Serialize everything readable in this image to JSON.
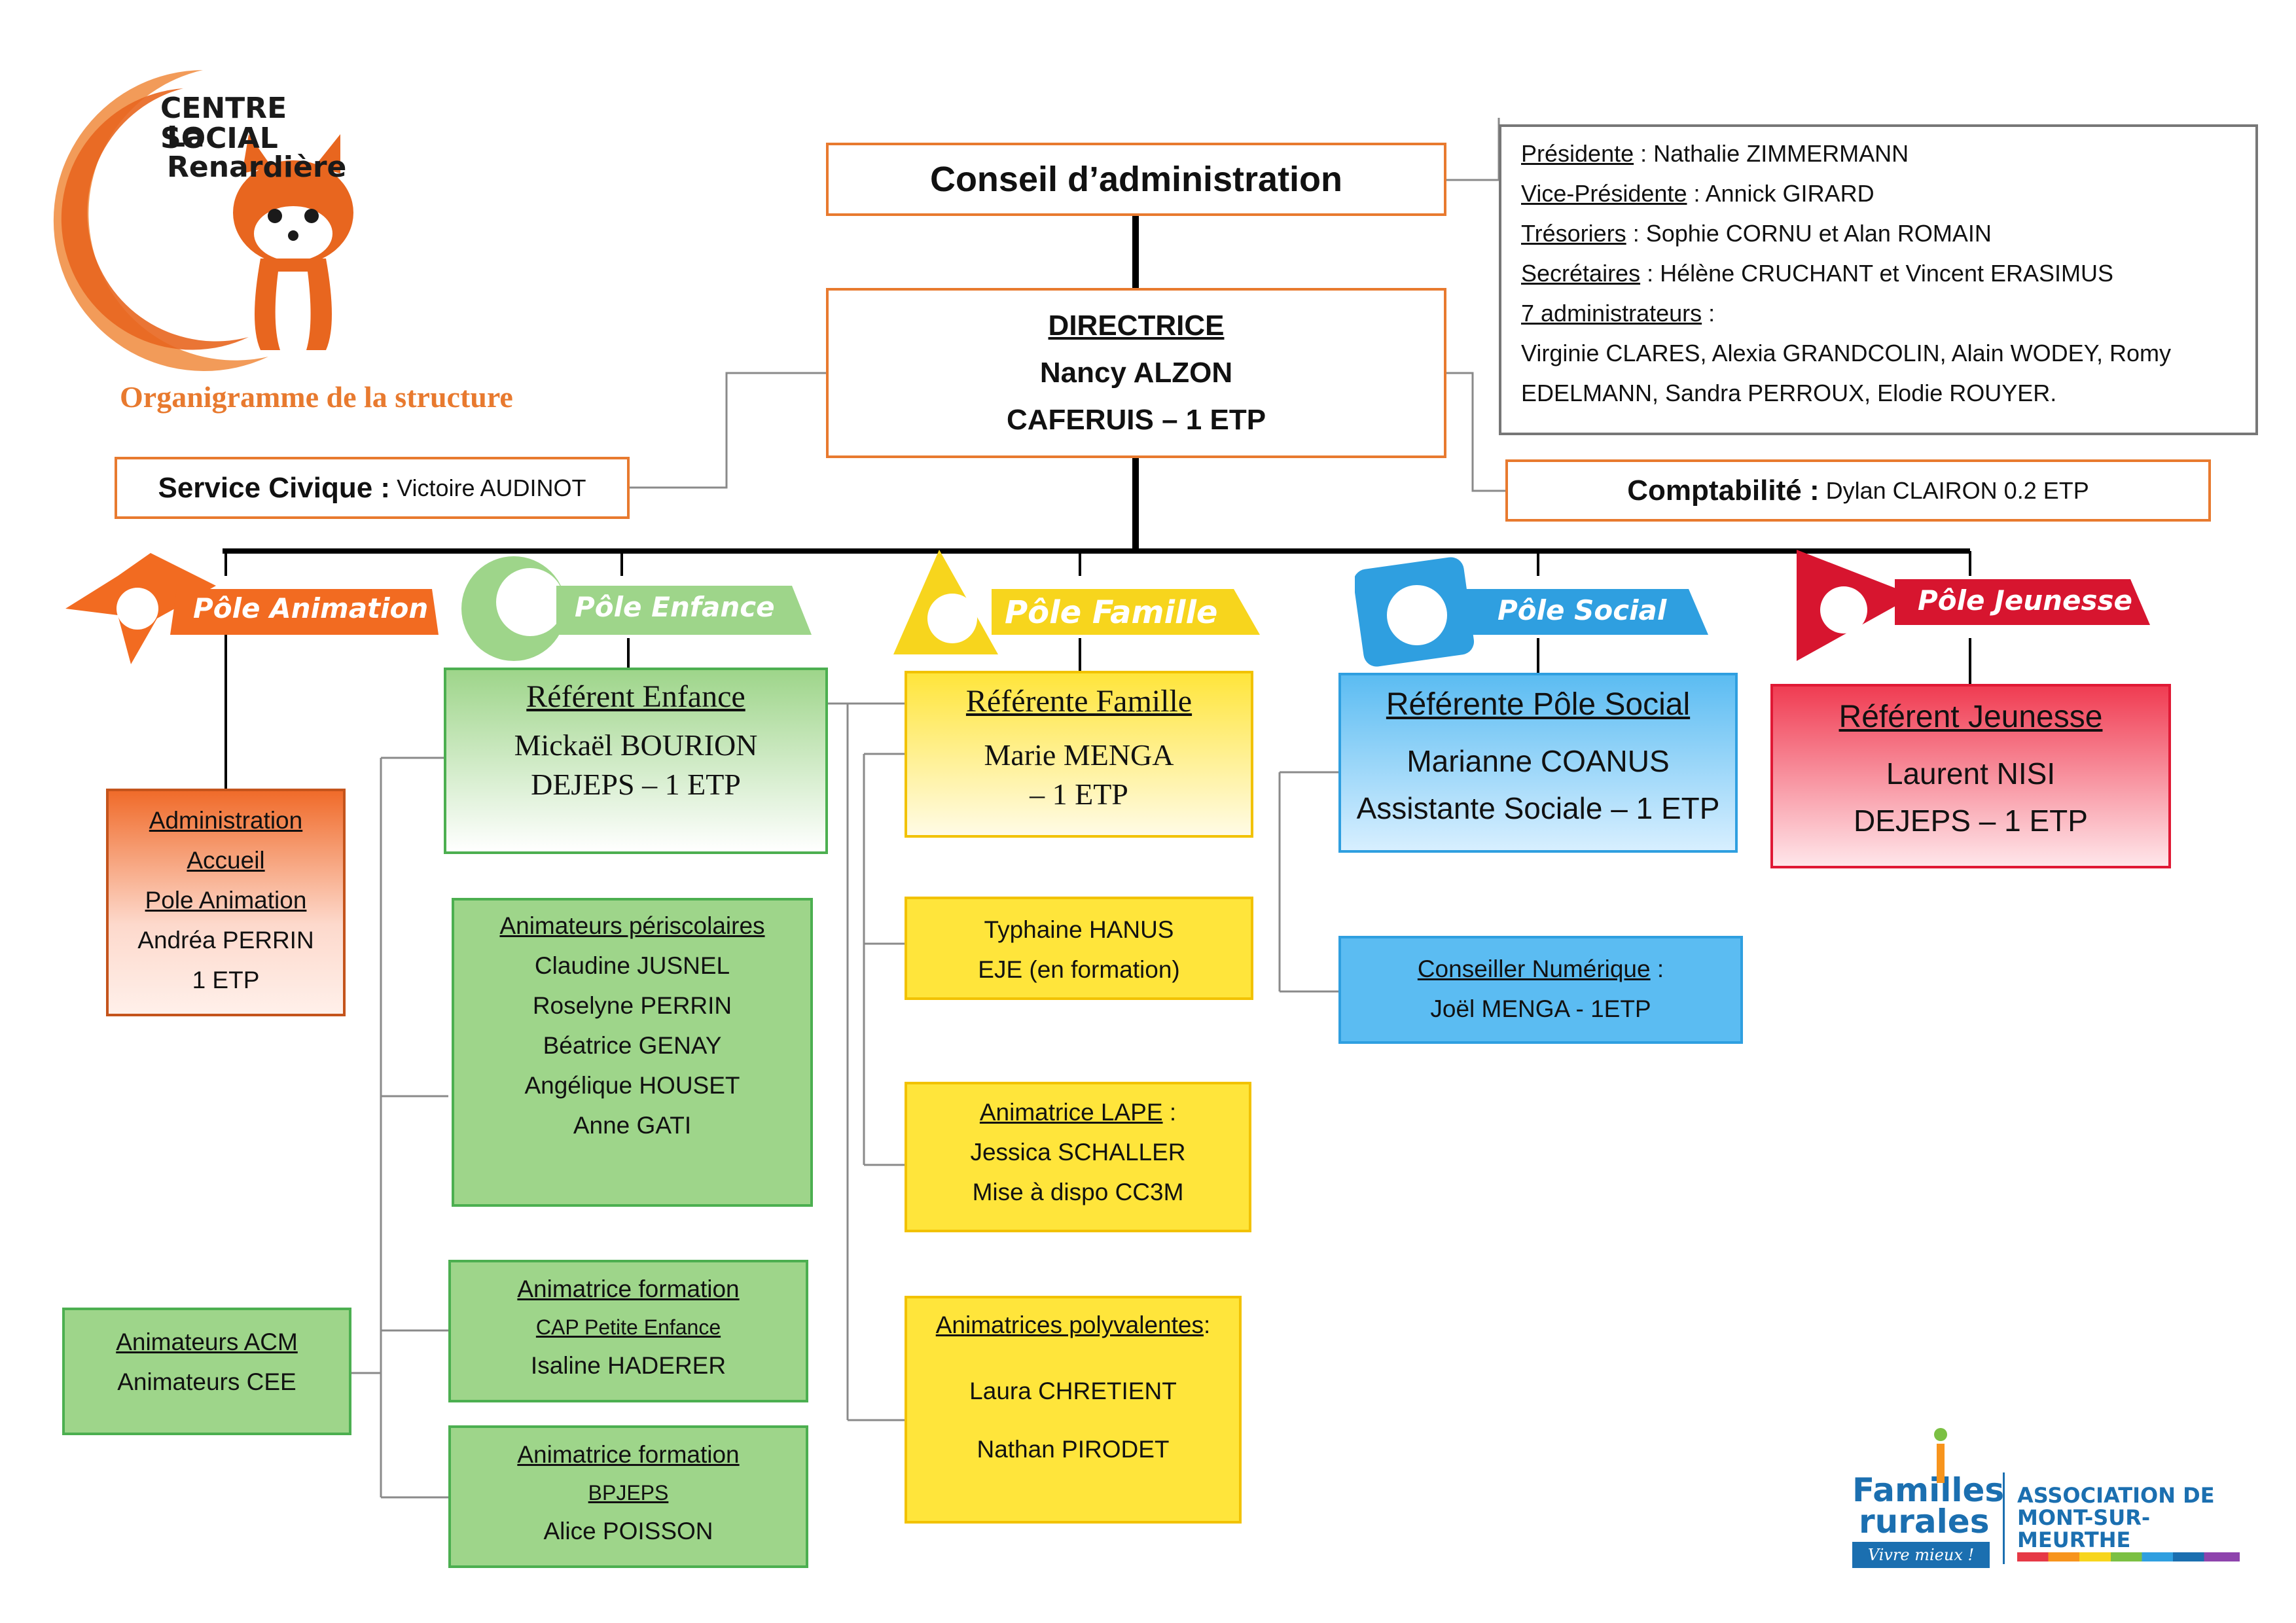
{
  "logo": {
    "line1": "CENTRE SOCIAL",
    "line2": "La Renardière",
    "subtitle": "Organigramme de la structure"
  },
  "conseil": {
    "title": "Conseil d’administration"
  },
  "bureau": {
    "rows": [
      {
        "role": "Présidente",
        "names": " : Nathalie ZIMMERMANN"
      },
      {
        "role": "Vice-Présidente",
        "names": " : Annick GIRARD"
      },
      {
        "role": "Trésoriers",
        "names": " : Sophie CORNU et Alan ROMAIN"
      },
      {
        "role": "Secrétaires",
        "names": " : Hélène CRUCHANT et Vincent ERASIMUS"
      },
      {
        "role": "7 administrateurs",
        "names": " :"
      }
    ],
    "admins_line1": "Virginie CLARES, Alexia GRANDCOLIN, Alain WODEY, Romy",
    "admins_line2": "EDELMANN, Sandra PERROUX, Elodie ROUYER."
  },
  "direction": {
    "title": "DIRECTRICE",
    "name": "Nancy ALZON",
    "detail": "CAFERUIS – 1 ETP"
  },
  "service_civique": {
    "label": "Service Civique :",
    "name": " Victoire AUDINOT"
  },
  "comptabilite": {
    "label": "Comptabilité :",
    "name": " Dylan CLAIRON 0.2 ETP"
  },
  "poles": {
    "animation": {
      "label": "Pôle Animation",
      "color": "#f26b21"
    },
    "enfance": {
      "label": "Pôle Enfance",
      "color": "#9ed58a"
    },
    "famille": {
      "label": "Pôle Famille",
      "color": "#f7d51d"
    },
    "social": {
      "label": "Pôle Social",
      "color": "#2f9fe0"
    },
    "jeunesse": {
      "label": "Pôle Jeunesse",
      "color": "#d7152f"
    }
  },
  "animation": {
    "l1": "Administration",
    "l2": "Accueil",
    "l3": "Pole Animation",
    "l4": "Andréa PERRIN",
    "l5": "1 ETP"
  },
  "enfance": {
    "ref_title": "Référent Enfance",
    "ref_name": "Mickaël BOURION",
    "ref_detail": "DEJEPS – 1 ETP",
    "peri": {
      "title": "Animateurs périscolaires",
      "names": [
        "Claudine JUSNEL",
        "Roselyne PERRIN",
        "Béatrice GENAY",
        "Angélique HOUSET",
        "Anne GATI"
      ]
    },
    "acm": {
      "l1": "Animateurs ACM",
      "l2": "Animateurs CEE"
    },
    "cap": {
      "title": "Animatrice formation",
      "sub": "CAP Petite Enfance",
      "name": "Isaline HADERER"
    },
    "bpjeps": {
      "title": "Animatrice formation",
      "sub": "BPJEPS",
      "name": "Alice POISSON"
    }
  },
  "famille": {
    "ref_title": "Référente Famille",
    "ref_name": "Marie MENGA",
    "ref_detail": "– 1 ETP",
    "eje": {
      "name": "Typhaine HANUS",
      "detail": "EJE (en formation)"
    },
    "lape": {
      "title": "Animatrice LAPE",
      "sep": " :",
      "name": "Jessica SCHALLER",
      "detail": "Mise à dispo CC3M"
    },
    "poly": {
      "title": "Animatrices polyvalentes",
      "sep": ":",
      "name1": "Laura CHRETIENT",
      "name2": "Nathan PIRODET"
    }
  },
  "social": {
    "ref_title": "Référente Pôle Social",
    "ref_name": "Marianne COANUS",
    "ref_detail": "Assistante Sociale – 1 ETP",
    "num": {
      "title": "Conseiller Numérique",
      "sep": " :",
      "name": "Joël MENGA - 1ETP"
    }
  },
  "jeunesse": {
    "ref_title": "Référent Jeunesse",
    "ref_name": "Laurent NISI",
    "ref_detail": "DEJEPS – 1 ETP"
  },
  "footer": {
    "fam1": "Familles",
    "fam2": "rurales",
    "slogan": "Vivre mieux !",
    "assoc1": "ASSOCIATION DE",
    "assoc2": "MONT-SUR-MEURTHE"
  }
}
